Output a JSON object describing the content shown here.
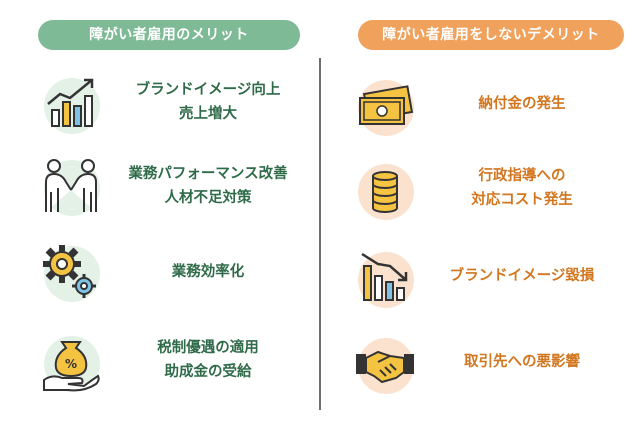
{
  "merits": {
    "title": "障がい者雇用のメリット",
    "items": [
      {
        "line1": "ブランドイメージ向上",
        "line2": "売上増大",
        "icon": "growth-chart-icon"
      },
      {
        "line1": "業務パフォーマンス改善",
        "line2": "人材不足対策",
        "icon": "handshake-people-icon"
      },
      {
        "line1": "業務効率化",
        "line2": "",
        "icon": "gears-icon"
      },
      {
        "line1": "税制優遇の適用",
        "line2": "助成金の受給",
        "icon": "money-bag-hand-icon"
      }
    ]
  },
  "demerits": {
    "title": "障がい者雇用をしないデメリット",
    "items": [
      {
        "line1": "納付金の発生",
        "line2": "",
        "icon": "banknotes-icon"
      },
      {
        "line1": "行政指導への",
        "line2": "対応コスト発生",
        "icon": "coin-stack-icon"
      },
      {
        "line1": "ブランドイメージ毀損",
        "line2": "",
        "icon": "declining-chart-icon"
      },
      {
        "line1": "取引先への悪影響",
        "line2": "",
        "icon": "handshake-icon"
      }
    ]
  },
  "colors": {
    "merit_accent": "#7fba96",
    "merit_text": "#2f6b49",
    "demerit_accent": "#f0a15c",
    "demerit_text": "#d2761f"
  }
}
